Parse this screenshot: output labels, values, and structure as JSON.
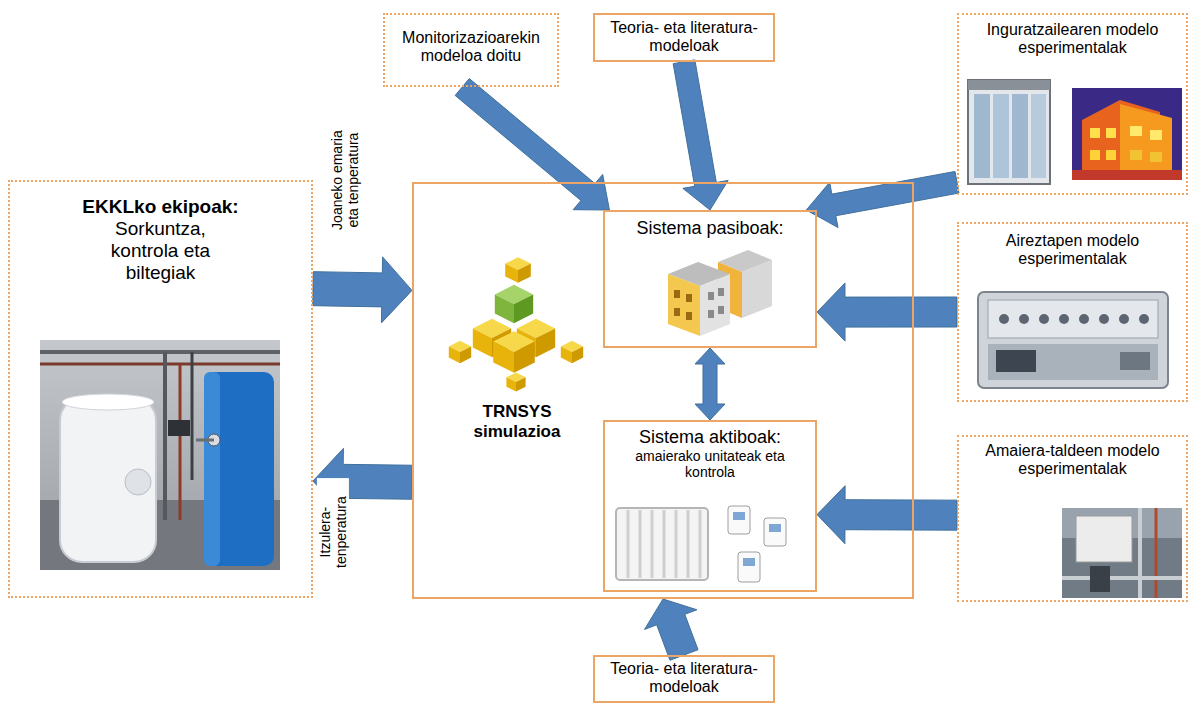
{
  "diagram": {
    "nodes": [
      {
        "text": [
          "Monitorizazioarekin modeloa doitu"
        ]
      },
      {
        "text": [
          "Teoria- eta literatura-modeloak"
        ]
      },
      {
        "text": [
          "Inguratzailearen modelo esperimentalak"
        ]
      },
      {
        "text": [
          "EKKLko ekipoak:",
          "Sorkuntza, kontrola eta biltegiak"
        ]
      },
      {
        "text": [
          "TRNSYS simulazioa"
        ]
      },
      {
        "text": [
          "Sistema pasiboak:"
        ],
        "in": 4
      },
      {
        "text": [
          "Sistema aktiboak:",
          "amaierako unitateak eta kontrola"
        ],
        "in": 4
      },
      {
        "text": [
          "Aireztapen modelo esperimentalak"
        ]
      },
      {
        "text": [
          "Amaiera-taldeen modelo esperimentalak"
        ]
      },
      {
        "text": [
          "Teoria- eta literatura-modeloak"
        ]
      }
    ],
    "edges": [
      {
        "from": 0,
        "to": 5,
        "arrow": "to"
      },
      {
        "from": 1,
        "to": 5,
        "arrow": "to"
      },
      {
        "from": 2,
        "to": 5,
        "arrow": "to"
      },
      {
        "from": 3,
        "to": 4,
        "label": "Joaneko emaria eta tenperatura",
        "arrow": "to"
      },
      {
        "from": 4,
        "to": 3,
        "label": "Itzulera-tenperatura",
        "arrow": "to"
      },
      {
        "from": 5,
        "to": 6,
        "arrow": "both"
      },
      {
        "from": 7,
        "to": 5,
        "arrow": "to"
      },
      {
        "from": 8,
        "to": 6,
        "arrow": "to"
      },
      {
        "from": 9,
        "to": 4,
        "arrow": "to"
      }
    ]
  }
}
